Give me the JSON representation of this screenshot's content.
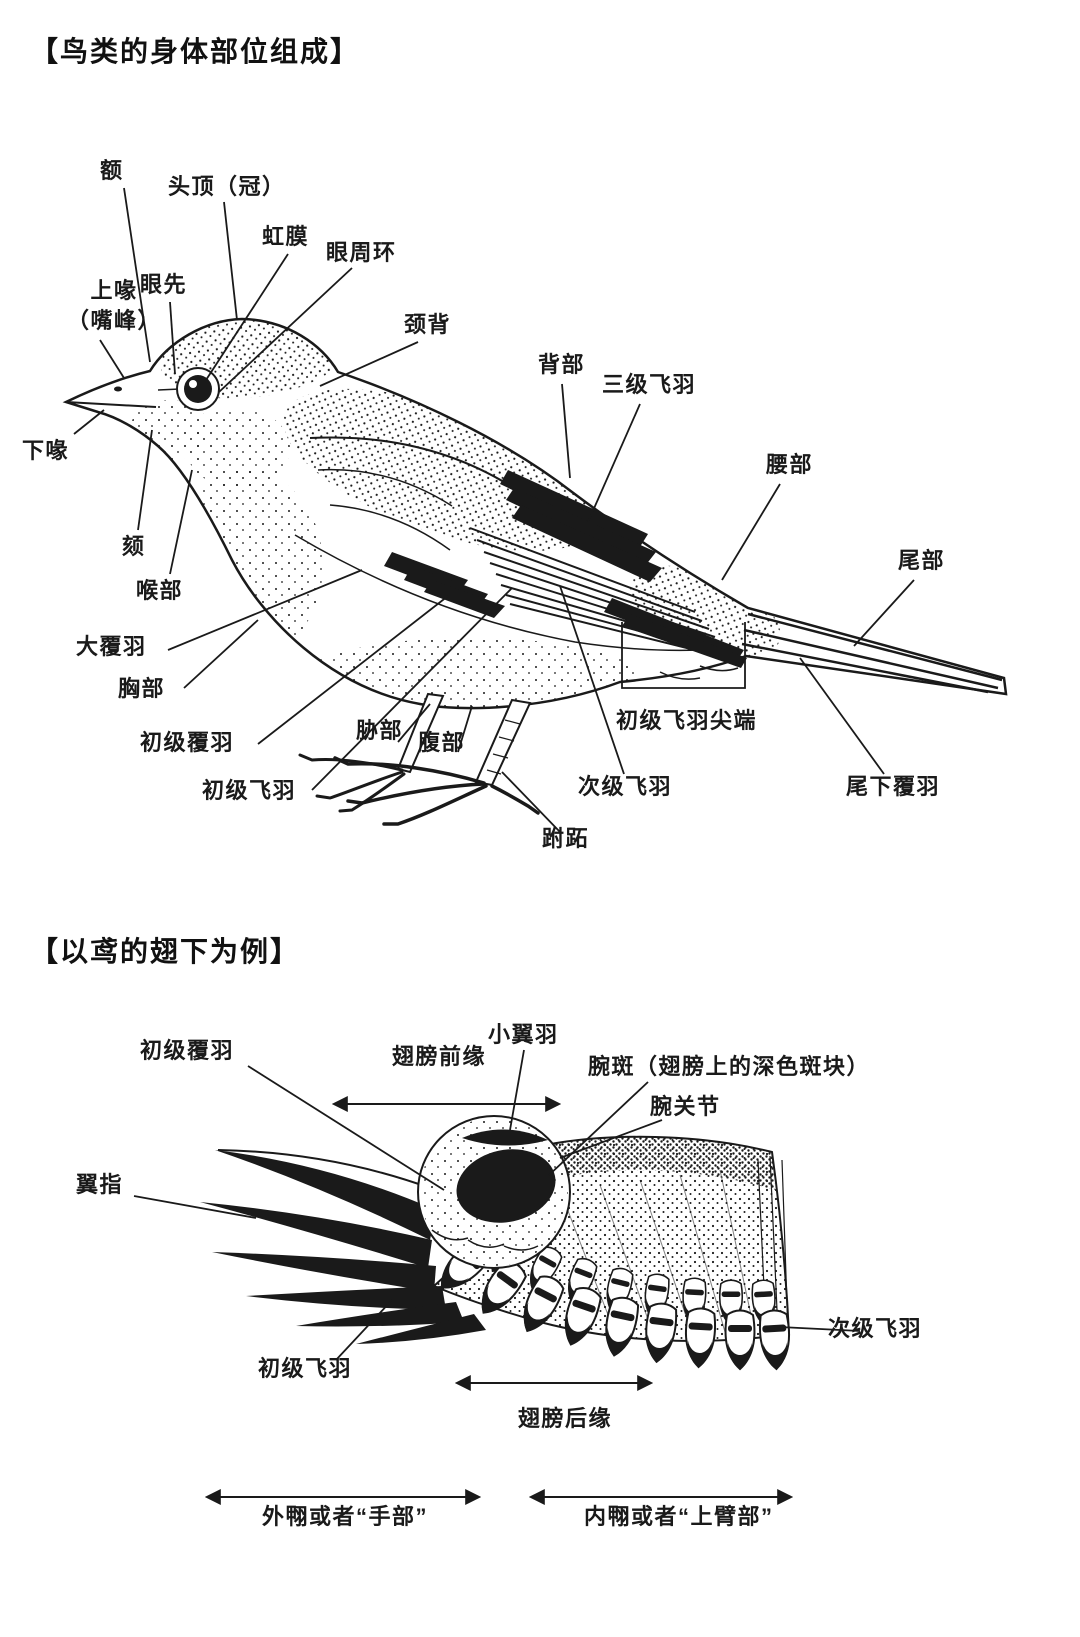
{
  "colors": {
    "ink": "#1a1a1a",
    "paper": "#ffffff"
  },
  "sections": {
    "top": {
      "title": "【鸟类的身体部位组成】",
      "labels": {
        "forehead": "额",
        "crown": "头顶（冠）",
        "iris": "虹膜",
        "eye_ring": "眼周环",
        "upper_beak": "上喙\n（嘴峰）",
        "lores": "眼先",
        "nape": "颈背",
        "back": "背部",
        "tertials": "三级飞羽",
        "rump": "腰部",
        "tail": "尾部",
        "lower_beak": "下喙",
        "chin": "颏",
        "throat": "喉部",
        "greater_coverts": "大覆羽",
        "breast": "胸部",
        "primary_coverts": "初级覆羽",
        "flank": "胁部",
        "belly": "腹部",
        "primaries": "初级飞羽",
        "secondaries": "次级飞羽",
        "primary_tips": "初级飞羽尖端",
        "undertail_coverts": "尾下覆羽",
        "tarsus": "跗跖"
      }
    },
    "bottom": {
      "title": "【以鸢的翅下为例】",
      "labels": {
        "primary_coverts": "初级覆羽",
        "leading_edge": "翅膀前缘",
        "alula": "小翼羽",
        "carpal_patch": "腕斑（翅膀上的深色斑块）",
        "carpal_joint": "腕关节",
        "wing_fingers": "翼指",
        "secondaries": "次级飞羽",
        "primaries": "初级飞羽",
        "trailing_edge": "翅膀后缘",
        "outer_wing": "外翈或者“手部”",
        "inner_wing": "内翈或者“上臂部”"
      }
    }
  }
}
